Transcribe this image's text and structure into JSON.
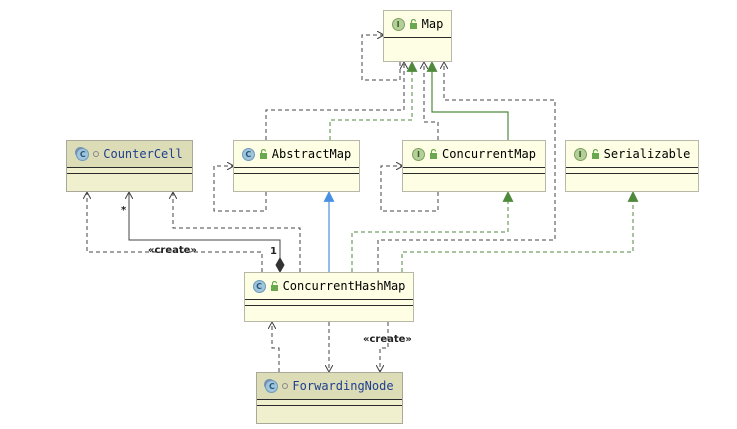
{
  "classes": {
    "map": {
      "name": "Map",
      "kind": "I"
    },
    "abstract_map": {
      "name": "AbstractMap",
      "kind": "C"
    },
    "concurrent_map": {
      "name": "ConcurrentMap",
      "kind": "I"
    },
    "serializable": {
      "name": "Serializable",
      "kind": "I"
    },
    "counter_cell": {
      "name": "CounterCell",
      "kind": "C"
    },
    "concurrent_hash_map": {
      "name": "ConcurrentHashMap",
      "kind": "C"
    },
    "forwarding_node": {
      "name": "ForwardingNode",
      "kind": "C"
    }
  },
  "labels": {
    "create_counter_cell": "«create»",
    "create_forwarding_node": "«create»",
    "multiplicity_many": "*",
    "multiplicity_one": "1"
  },
  "colors": {
    "realization_arrow": "#4f8a3c",
    "inheritance_arrow": "#4a90e2",
    "dependency_line": "#444444",
    "node_fill": "#fefee4",
    "nested_node_fill": "#f0f0cf"
  }
}
